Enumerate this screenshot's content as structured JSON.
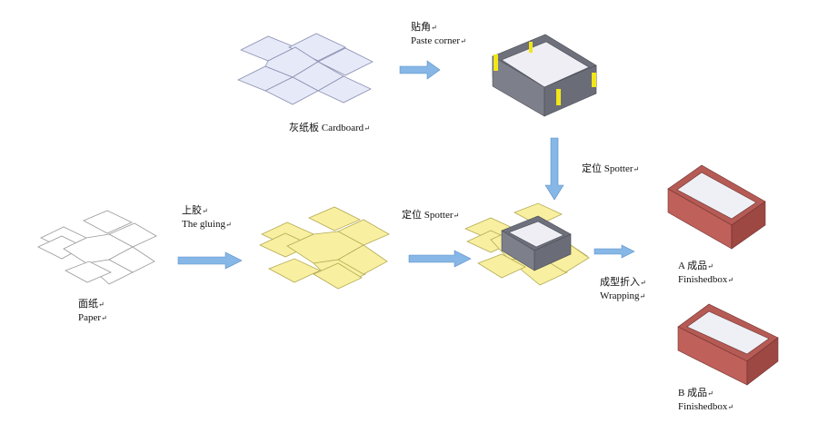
{
  "colors": {
    "arrow": "#86b7e6",
    "arrow_edge": "#5b8fc9",
    "cardboard_sheet": "#e6e9f8",
    "cardboard_edge": "#8a8fb0",
    "gray_box": "#7d7f8a",
    "gray_box_inner": "#eeeef4",
    "corner_tape": "#f2e61a",
    "glued_paper": "#f8f0a0",
    "glued_edge": "#b5ab55",
    "paper_edge": "#9a9a9a",
    "finished_box": "#c0605a",
    "finished_box_dark": "#9e4843"
  },
  "labels": {
    "cardboard": {
      "zh": "灰纸板",
      "en": "Cardboard"
    },
    "paste_corner": {
      "zh": "贴角",
      "en": "Paste corner"
    },
    "spotter_vertical": {
      "zh": "定位",
      "en": "Spotter"
    },
    "gluing": {
      "zh": "上胶",
      "en": "The gluing"
    },
    "spotter_horizontal": {
      "zh": "定位",
      "en": "Spotter"
    },
    "paper": {
      "zh": "面纸",
      "en": "Paper"
    },
    "wrapping": {
      "zh": "成型折入",
      "en": "Wrapping"
    },
    "finished_a": {
      "zh": "A 成品",
      "en": "Finishedbox"
    },
    "finished_b": {
      "zh": "B 成品",
      "en": "Finishedbox"
    }
  },
  "mark": "↵"
}
